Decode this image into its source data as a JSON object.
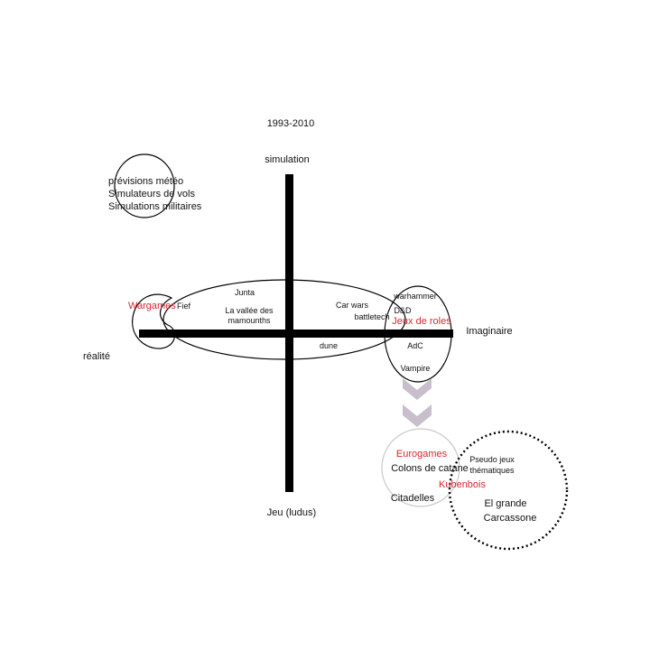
{
  "title": "1993-2010",
  "axes": {
    "top": "simulation",
    "bottom": "Jeu (ludus)",
    "left": "réalité",
    "right": "Imaginaire"
  },
  "simulation_group": [
    "prévisions météo",
    "Simulateurs de vols",
    "Simulations militaires"
  ],
  "wargames": {
    "label": "Wargames",
    "games": [
      "Fief",
      "Junta",
      "La vallée des",
      "mamounths",
      "Car wars",
      "battletech",
      "dune"
    ]
  },
  "jeux_de_roles": {
    "label": "Jeux de roles",
    "games": [
      "warhammer",
      "D&D",
      "AdC",
      "Vampire"
    ]
  },
  "eurogames": {
    "label": "Eurogames",
    "games": [
      "Colons de catane",
      "Citadelles"
    ]
  },
  "kubenbois": "Kubenbois",
  "pseudo": {
    "label_line1": "Pseudo jeux",
    "label_line2": "thématiques",
    "games": [
      "El grande",
      "Carcassone"
    ]
  },
  "colors": {
    "accent_red": "#d7282f",
    "axis": "#000000",
    "chevron": "#c9bfcc",
    "eurogames_circle": "#c8c8c8"
  }
}
